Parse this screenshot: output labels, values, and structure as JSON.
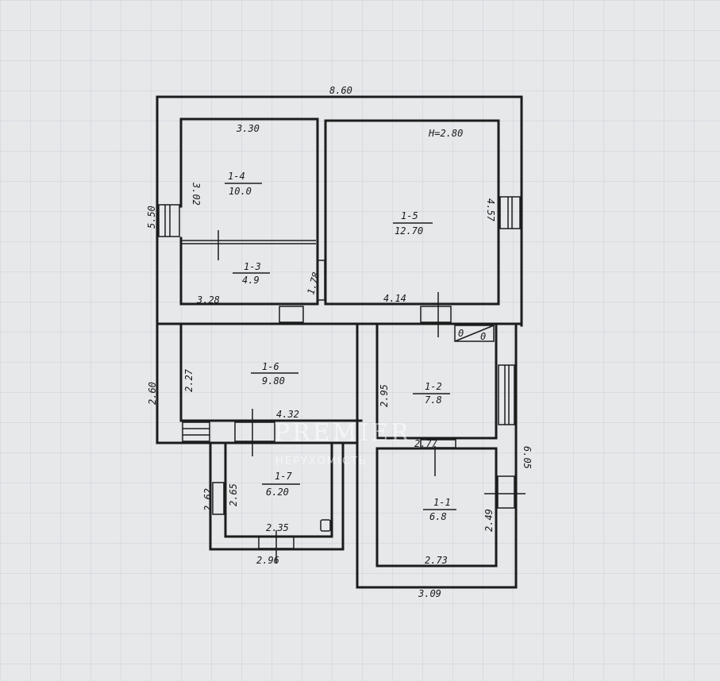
{
  "plan": {
    "overall_width": "8.60",
    "ceiling_height": "H=2.80",
    "rooms": [
      {
        "id": "1-4",
        "area": "10.0"
      },
      {
        "id": "1-3",
        "area": "4.9"
      },
      {
        "id": "1-5",
        "area": "12.70"
      },
      {
        "id": "1-6",
        "area": "9.80"
      },
      {
        "id": "1-2",
        "area": "7.8"
      },
      {
        "id": "1-7",
        "area": "6.20"
      },
      {
        "id": "1-1",
        "area": "6.8"
      }
    ],
    "dimensions": {
      "d330": "3.30",
      "d302": "3.02",
      "d550": "5.50",
      "d328": "3.28",
      "d178": "1.78",
      "d414": "4.14",
      "d457": "4.57",
      "d260": "2.60",
      "d227": "2.27",
      "d432": "4.32",
      "d295": "2.95",
      "d277": "2.77",
      "d605": "6.05",
      "d262": "2.62",
      "d265": "2.65",
      "d235": "2.35",
      "d296": "2.96",
      "d249": "2.49",
      "d273": "2.73",
      "d309": "3.09"
    },
    "stove_marks": [
      "0",
      "0"
    ]
  },
  "watermark": {
    "brand": "PREMIER",
    "subtitle": "НЕРУХОМІСТЬ"
  }
}
